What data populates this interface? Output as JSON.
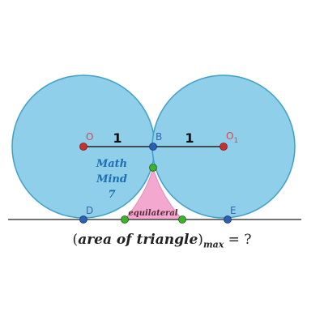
{
  "points": {
    "o_label": "O",
    "b_label": "B",
    "o1_label_main": "O",
    "o1_label_sub": "1",
    "d_label": "D",
    "e_label": "E"
  },
  "segments": {
    "ob_length": "1",
    "bo1_length": "1"
  },
  "watermark": {
    "line1": "Math",
    "line2": "Mind",
    "line3": "7"
  },
  "triangle_label": "equilateral",
  "question": {
    "paren_open": "(",
    "main": "area of triangle",
    "paren_close": ")",
    "subscript": "max",
    "tail": " = ?"
  },
  "colors": {
    "circle_fill": "#8fcfea",
    "circle_stroke": "#3e9fc9",
    "triangle_fill": "#f3a9cf",
    "point_red": "#c8302c",
    "point_blue": "#2b5fb4",
    "point_green": "#38b52b",
    "label_red": "#d44a4a",
    "label_blue": "#3a64b5",
    "watermark": "#1d6fb5"
  }
}
